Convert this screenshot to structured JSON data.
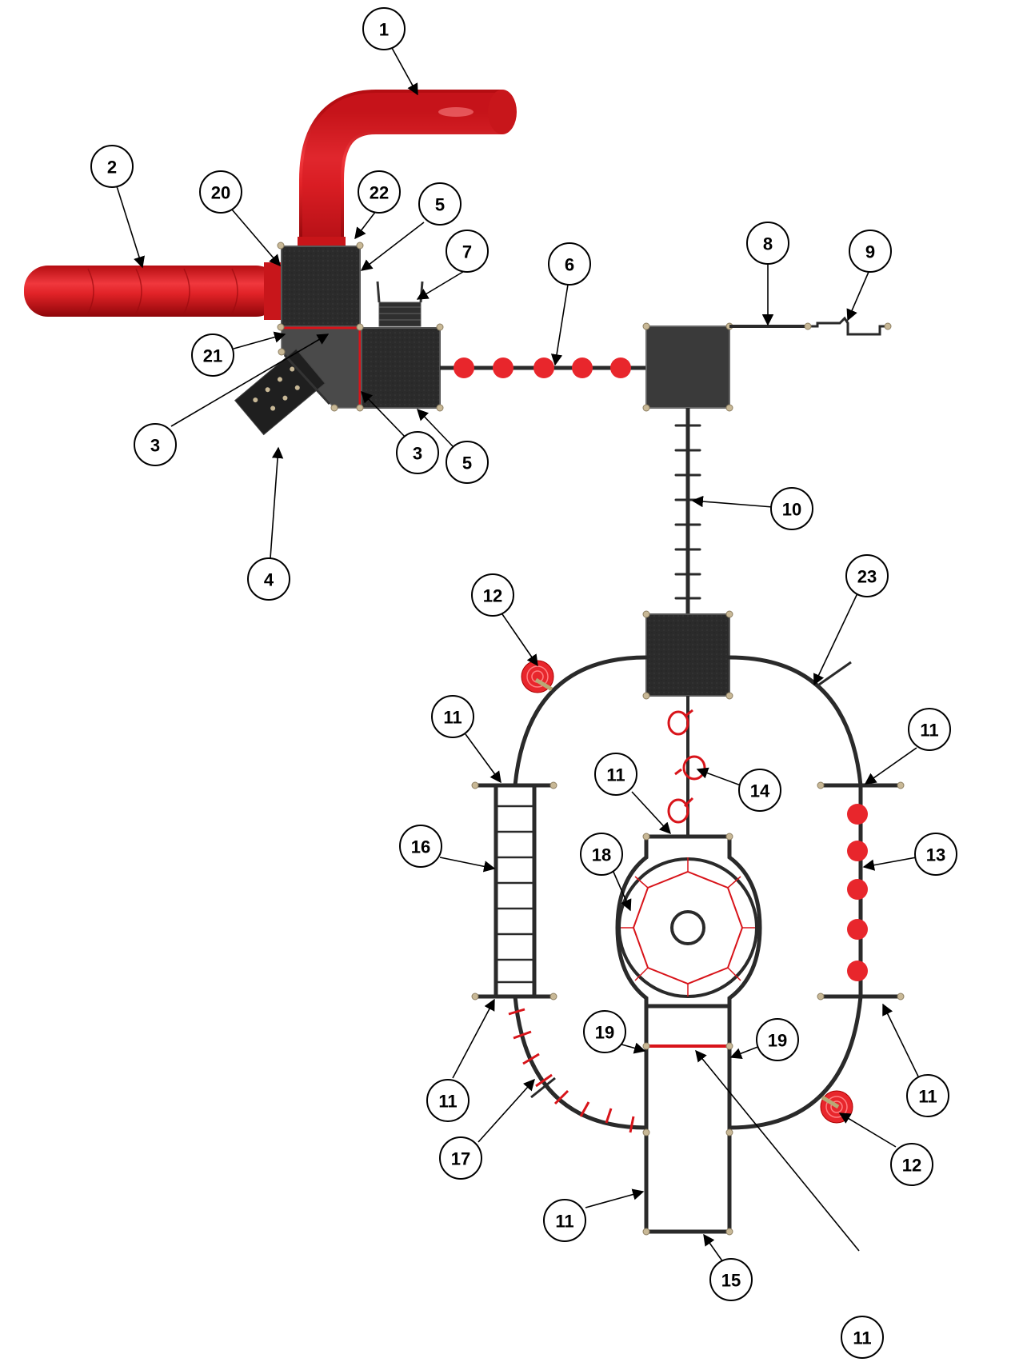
{
  "diagram": {
    "callouts": [
      {
        "id": "c1",
        "label": "1"
      },
      {
        "id": "c2",
        "label": "2"
      },
      {
        "id": "c20",
        "label": "20"
      },
      {
        "id": "c22",
        "label": "22"
      },
      {
        "id": "c5a",
        "label": "5"
      },
      {
        "id": "c7",
        "label": "7"
      },
      {
        "id": "c6",
        "label": "6"
      },
      {
        "id": "c8",
        "label": "8"
      },
      {
        "id": "c9",
        "label": "9"
      },
      {
        "id": "c21",
        "label": "21"
      },
      {
        "id": "c3a",
        "label": "3"
      },
      {
        "id": "c3b",
        "label": "3"
      },
      {
        "id": "c5b",
        "label": "5"
      },
      {
        "id": "c10",
        "label": "10"
      },
      {
        "id": "c4",
        "label": "4"
      },
      {
        "id": "c12a",
        "label": "12"
      },
      {
        "id": "c23",
        "label": "23"
      },
      {
        "id": "c11a",
        "label": "11"
      },
      {
        "id": "c11b",
        "label": "11"
      },
      {
        "id": "c11c",
        "label": "11"
      },
      {
        "id": "c14",
        "label": "14"
      },
      {
        "id": "c16",
        "label": "16"
      },
      {
        "id": "c18",
        "label": "18"
      },
      {
        "id": "c13",
        "label": "13"
      },
      {
        "id": "c19a",
        "label": "19"
      },
      {
        "id": "c19b",
        "label": "19"
      },
      {
        "id": "c11d",
        "label": "11"
      },
      {
        "id": "c11e",
        "label": "11"
      },
      {
        "id": "c17",
        "label": "17"
      },
      {
        "id": "c11f",
        "label": "11"
      },
      {
        "id": "c12b",
        "label": "12"
      },
      {
        "id": "c15",
        "label": "15"
      },
      {
        "id": "c11g",
        "label": "11"
      }
    ],
    "colors": {
      "red": "#e8262c",
      "deck": "#2b2b2b",
      "frame": "#2a2a2a",
      "post": "#c8b896"
    }
  }
}
